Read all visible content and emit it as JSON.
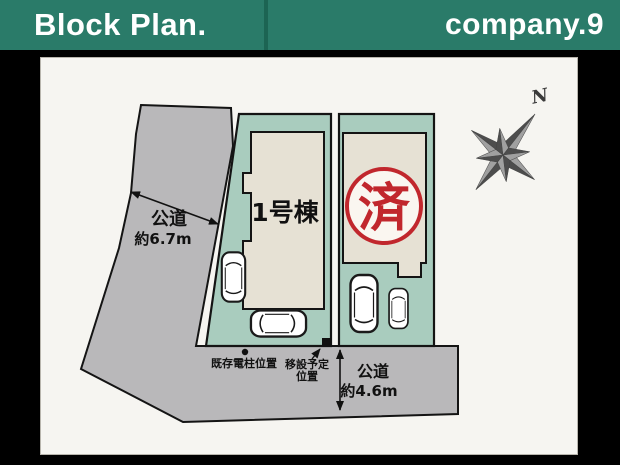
{
  "header": {
    "left_title": "Block Plan.",
    "right_title": "company.9"
  },
  "plan": {
    "lot1_label": "1号棟",
    "sold_stamp": "済",
    "left_road": {
      "name": "公道",
      "width": "約6.7m"
    },
    "bottom_road": {
      "name": "公道",
      "width": "約4.6m"
    },
    "existing_pole_label": "既存電柱位置",
    "relocation_label_line1": "移設予定",
    "relocation_label_line2": "位置",
    "compass_north": "N"
  },
  "colors": {
    "header_bg": "#2a7b69",
    "lot_fill": "#a9ccbe",
    "building_fill": "#e6e1d4",
    "road_fill": "#b9b8ba",
    "stamp_red": "#c1272d"
  }
}
